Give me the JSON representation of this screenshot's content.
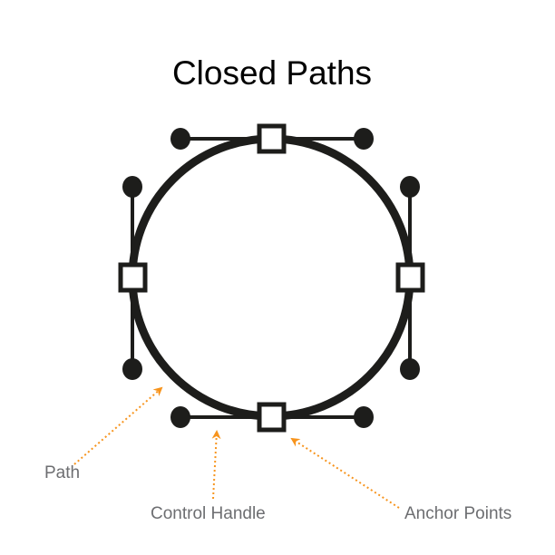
{
  "title": "Closed Paths",
  "labels": {
    "path": "Path",
    "control_handle": "Control Handle",
    "anchor_points": "Anchor Points"
  },
  "colors": {
    "stroke": "#1d1d1b",
    "arrow": "#f7941d",
    "label": "#6d6e71"
  }
}
